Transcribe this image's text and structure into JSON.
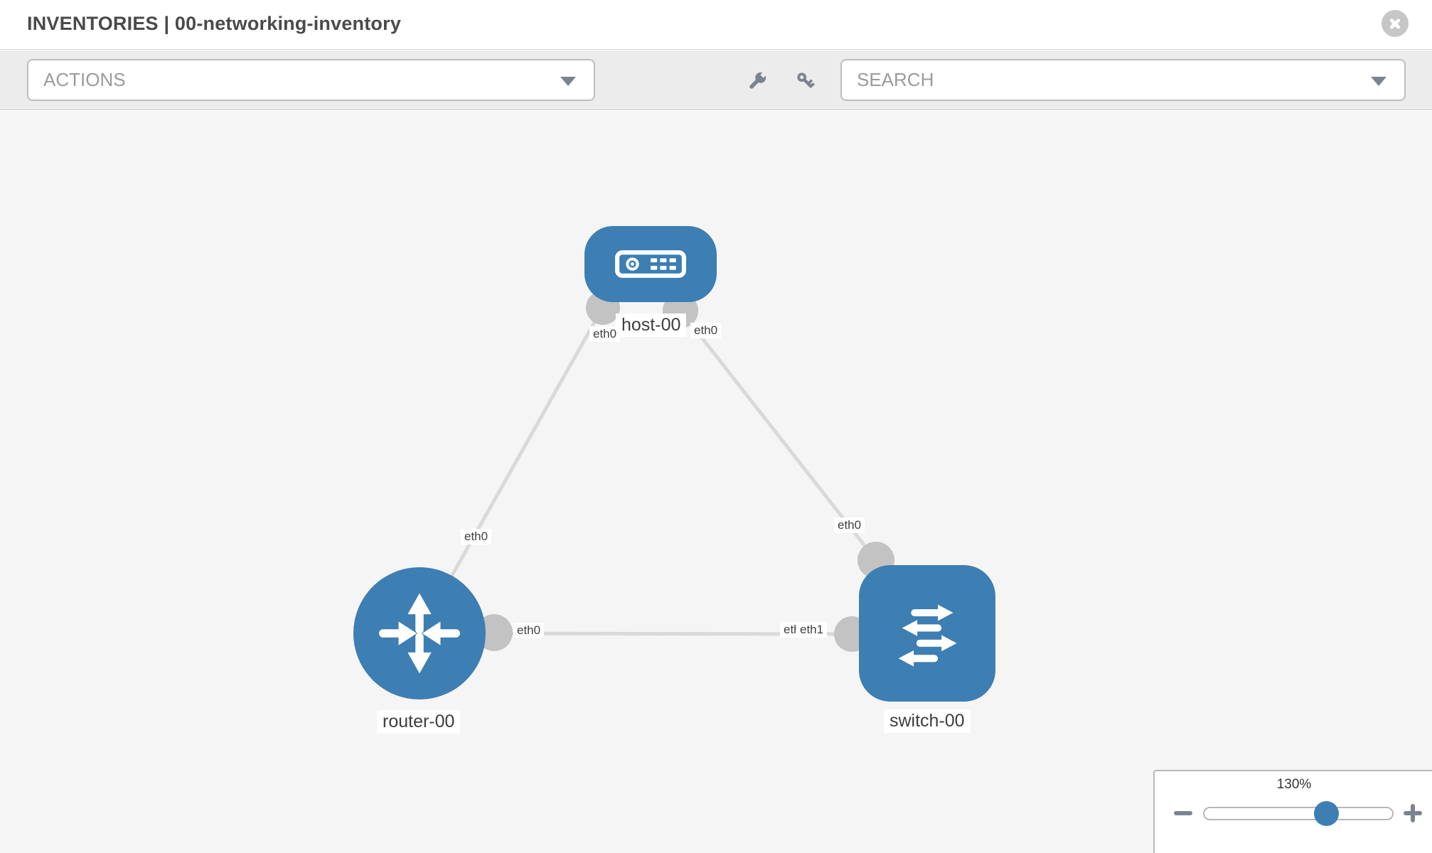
{
  "header": {
    "title": "INVENTORIES | 00-networking-inventory"
  },
  "toolbar": {
    "actions": {
      "placeholder": "ACTIONS"
    },
    "search": {
      "placeholder": "SEARCH"
    },
    "icons": [
      "wrench-icon",
      "key-icon"
    ]
  },
  "topology": {
    "nodes": [
      {
        "label": "host-00",
        "type": "host"
      },
      {
        "label": "router-00",
        "type": "router"
      },
      {
        "label": "switch-00",
        "type": "switch"
      }
    ],
    "ports": {
      "host_left": "eth0",
      "host_right": "eth0",
      "router_top": "eth0",
      "router_right": "eth0",
      "switch_top": "eth0",
      "switch_left_back": "eth0",
      "switch_left_front": "eth1"
    },
    "links": [
      {
        "from": "host-00",
        "to": "router-00",
        "from_port": "eth0",
        "to_port": "eth0"
      },
      {
        "from": "host-00",
        "to": "switch-00",
        "from_port": "eth0",
        "to_port": "eth0"
      },
      {
        "from": "router-00",
        "to": "switch-00",
        "from_port": "eth0",
        "to_port": "eth1"
      }
    ]
  },
  "zoom_control": {
    "level": "130%"
  },
  "colors": {
    "node_blue": "#3d7eb3",
    "link_gray": "#d9d9d9",
    "endpoint_gray": "#c3c3c3",
    "icon_gray": "#7d838d",
    "canvas_bg": "#f5f5f5"
  }
}
